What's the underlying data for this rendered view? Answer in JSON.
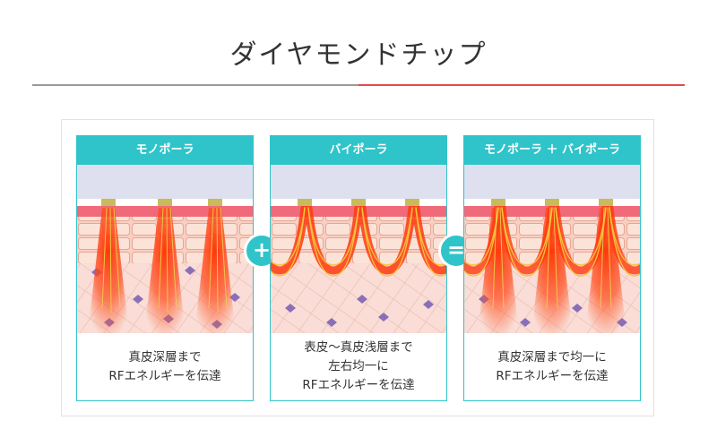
{
  "title": "ダイヤモンドチップ",
  "colors": {
    "accent": "#2fc4c9",
    "red_line": "#e4484b",
    "gray_line": "#9a9a9a"
  },
  "operators": {
    "plus": "+",
    "equals": "="
  },
  "panels": [
    {
      "label": "モノポーラ",
      "lines": [
        "真皮深層まで",
        "RFエネルギーを伝達"
      ]
    },
    {
      "label": "バイポーラ",
      "lines": [
        "表皮～真皮浅層まで",
        "左右均一に",
        "RFエネルギーを伝達"
      ]
    },
    {
      "label": "モノポーラ ＋ バイポーラ",
      "lines": [
        "真皮深層まで均一に",
        "RFエネルギーを伝達"
      ]
    }
  ]
}
